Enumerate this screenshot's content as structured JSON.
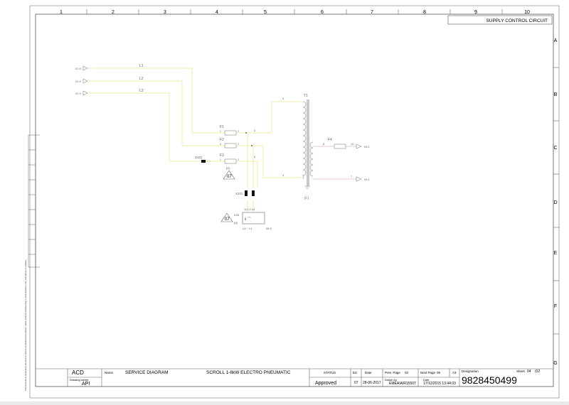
{
  "sheet_title": "SUPPLY CONTROL CIRCUIT",
  "columns": [
    "1",
    "2",
    "3",
    "4",
    "5",
    "6",
    "7",
    "8",
    "9",
    "10"
  ],
  "rows": [
    "A",
    "B",
    "C",
    "D",
    "E",
    "F",
    "G"
  ],
  "disclaimer": "This Document is our property and shall not without our permission be altered, copied, used for manufacturing or communicated to any other person or company.",
  "supply": [
    {
      "ref": "02.9",
      "line": "L1"
    },
    {
      "ref": "02.9",
      "line": "L2"
    },
    {
      "ref": "02.9",
      "line": "L3"
    }
  ],
  "fuses": [
    {
      "label": "F1",
      "in": "1",
      "out": "2"
    },
    {
      "label": "F2",
      "in": "3",
      "out": "2"
    },
    {
      "label": "F3",
      "in": "1",
      "out": "2"
    },
    {
      "label": "F4",
      "in": "8",
      "out": "10"
    }
  ],
  "fuse_group": "[G]",
  "transformer": {
    "label": "T1",
    "code": "[C]",
    "primary": [
      "3",
      "4",
      "5",
      "4"
    ],
    "secondary": [
      "9",
      "7"
    ]
  },
  "outputs": [
    "05.1",
    "05.1"
  ],
  "connectors": [
    "X101",
    "X101"
  ],
  "relay": {
    "label": "K25",
    "contacts": "11 L2 L3",
    "bottom": "L4 ~ L1",
    "ref": "05.3",
    "group": "[G]"
  },
  "badges": [
    "07",
    "07"
  ],
  "titleblock": {
    "company": "ACD",
    "owner_label": "Drawing owner",
    "owner": "API",
    "name_label": "Name",
    "name": "SERVICE DIAGRAM",
    "description": "SCROLL 1-6kW ELECTRO PNEUMATIC",
    "status_label": "STATUS",
    "status": "Approved",
    "ed_label": "Ed.",
    "ed": "07",
    "date_label": "Date",
    "date": "28-06-2017",
    "prev_label": "Prev. Page",
    "prev": "03",
    "next_label": "Next Page",
    "next": "05",
    "size": "A3",
    "drawn_label": "Drawn by",
    "drawn": "EMEA\\AIR1550T",
    "date2_label": "Date",
    "date2": "17/12/2015 13:44:03",
    "designation_label": "Designation",
    "designation": "9828450499",
    "sheet_label": "Sheet",
    "sheet": "04",
    "sheet_of": "(02"
  }
}
